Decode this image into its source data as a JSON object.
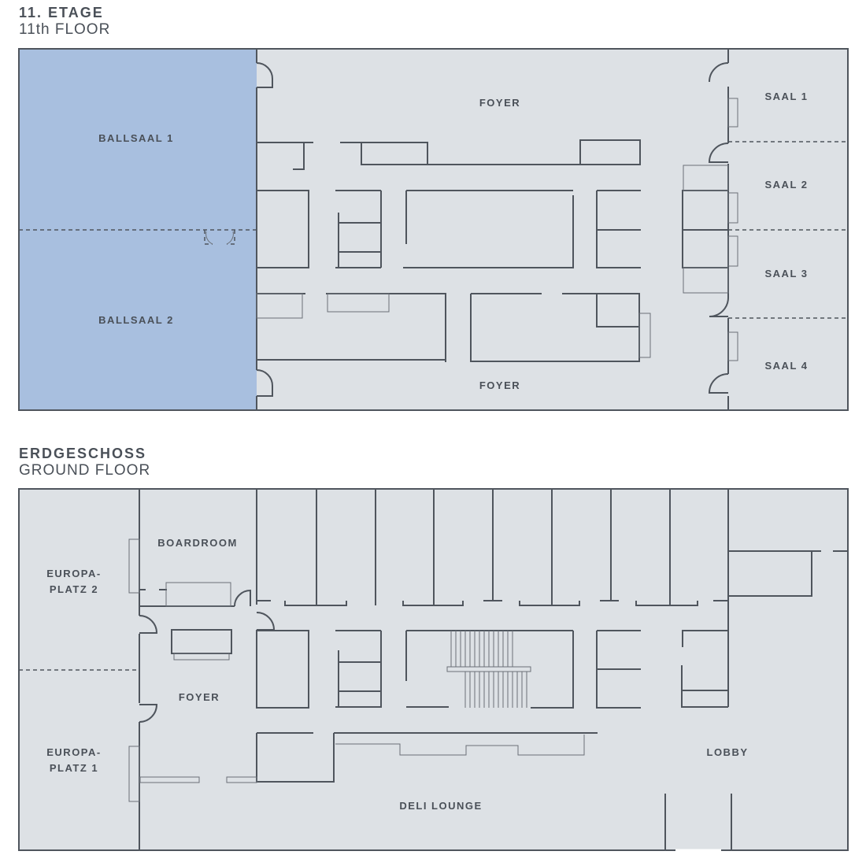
{
  "colors": {
    "floor_fill": "#dde1e5",
    "highlight_fill": "#a8bfdf",
    "wall_stroke": "#4f555d",
    "text": "#4a5058"
  },
  "floor11": {
    "title_de": "11. ETAGE",
    "title_en": "11th FLOOR",
    "rooms": {
      "ballsaal1": "BALLSAAL 1",
      "ballsaal2": "BALLSAAL 2",
      "foyer_top": "FOYER",
      "foyer_bottom": "FOYER",
      "saal1": "SAAL 1",
      "saal2": "SAAL 2",
      "saal3": "SAAL 3",
      "saal4": "SAAL 4"
    }
  },
  "ground": {
    "title_de": "ERDGESCHOSS",
    "title_en": "GROUND FLOOR",
    "rooms": {
      "boardroom": "BOARDROOM",
      "europaplatz2_line1": "EUROPA-",
      "europaplatz2_line2": "PLATZ 2",
      "europaplatz1_line1": "EUROPA-",
      "europaplatz1_line2": "PLATZ 1",
      "foyer": "FOYER",
      "lobby": "LOBBY",
      "deli_lounge": "DELI LOUNGE"
    }
  }
}
